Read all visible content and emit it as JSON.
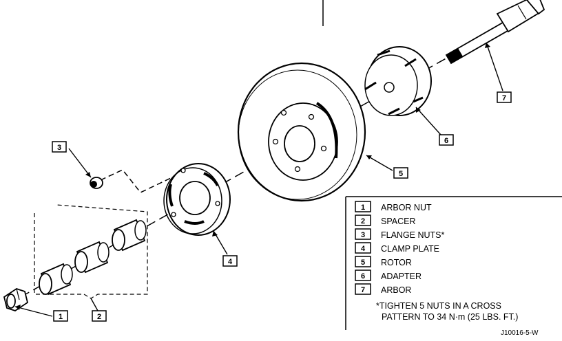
{
  "callouts": [
    "1",
    "2",
    "3",
    "4",
    "5",
    "6",
    "7"
  ],
  "legend": [
    {
      "num": "1",
      "label": "ARBOR NUT"
    },
    {
      "num": "2",
      "label": "SPACER"
    },
    {
      "num": "3",
      "label": "FLANGE NUTS*"
    },
    {
      "num": "4",
      "label": "CLAMP PLATE"
    },
    {
      "num": "5",
      "label": "ROTOR"
    },
    {
      "num": "6",
      "label": "ADAPTER"
    },
    {
      "num": "7",
      "label": "ARBOR"
    }
  ],
  "note": {
    "line1": "*TIGHTEN 5 NUTS IN A CROSS",
    "line2": "PATTERN TO 34 N·m (25 LBS. FT.)"
  },
  "figure_code": "J10016-5-W"
}
